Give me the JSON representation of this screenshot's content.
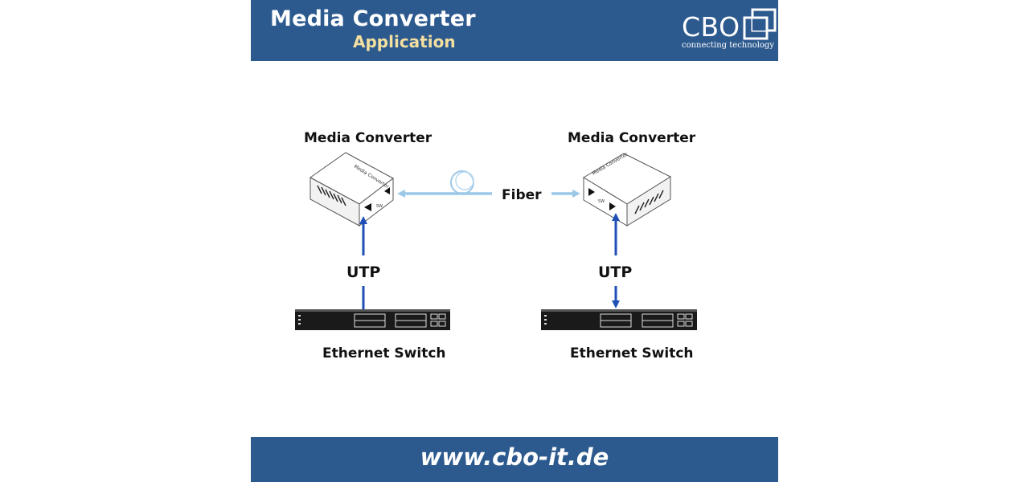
{
  "header": {
    "title": "Media Converter",
    "subtitle": "Application",
    "logo_text": "CBO",
    "logo_tagline": "connecting technology"
  },
  "diagram": {
    "left_converter_label": "Media Converter",
    "right_converter_label": "Media Converter",
    "fiber_label": "Fiber",
    "left_utp_label": "UTP",
    "right_utp_label": "UTP",
    "left_switch_label": "Ethernet Switch",
    "right_switch_label": "Ethernet Switch",
    "device_print": "Media Converter",
    "port_text": "SW"
  },
  "footer": {
    "url": "www.cbo-it.de"
  },
  "colors": {
    "brand_blue": "#2d5a8e",
    "subtitle_gold": "#f3df9f",
    "fiber_light_blue": "#9cc8e8",
    "utp_blue": "#1f4fb6"
  }
}
